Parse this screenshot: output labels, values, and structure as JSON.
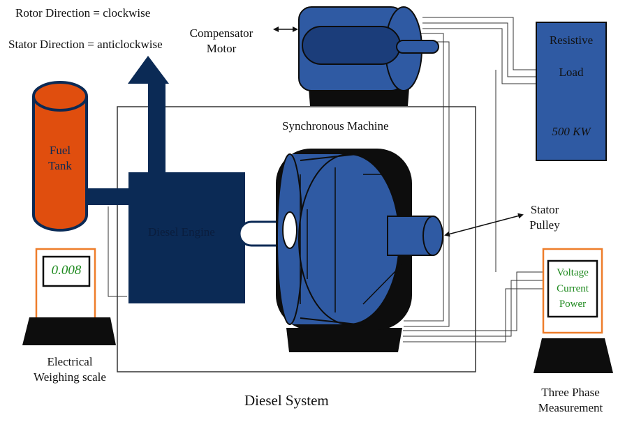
{
  "labels": {
    "rotor_direction": "Rotor Direction = clockwise",
    "stator_direction": "Stator Direction = anticlockwise",
    "compensator_line1": "Compensator",
    "compensator_line2": "Motor",
    "resistive_line1": "Resistive",
    "resistive_line2": "Load",
    "load_rating": "500 KW",
    "synchronous_machine": "Synchronous Machine",
    "fuel_line1": "Fuel",
    "fuel_line2": "Tank",
    "diesel_engine": "Diesel Engine",
    "stator_line1": "Stator",
    "stator_line2": "Pulley",
    "scale_reading": "0.008",
    "scale_line1": "Electrical",
    "scale_line2": "Weighing scale",
    "meter_voltage": "Voltage",
    "meter_current": "Current",
    "meter_power": "Power",
    "three_phase_line1": "Three Phase",
    "three_phase_line2": "Measurement",
    "diesel_system": "Diesel System"
  },
  "colors": {
    "navy": "#0b2a55",
    "machine_blue": "#2f5aa3",
    "machine_dark": "#1b3d7a",
    "fuel_orange": "#e04e0e",
    "scale_border": "#ee7d2a",
    "meter_text": "#1f8a1f",
    "stand_black": "#0d0d0d"
  }
}
